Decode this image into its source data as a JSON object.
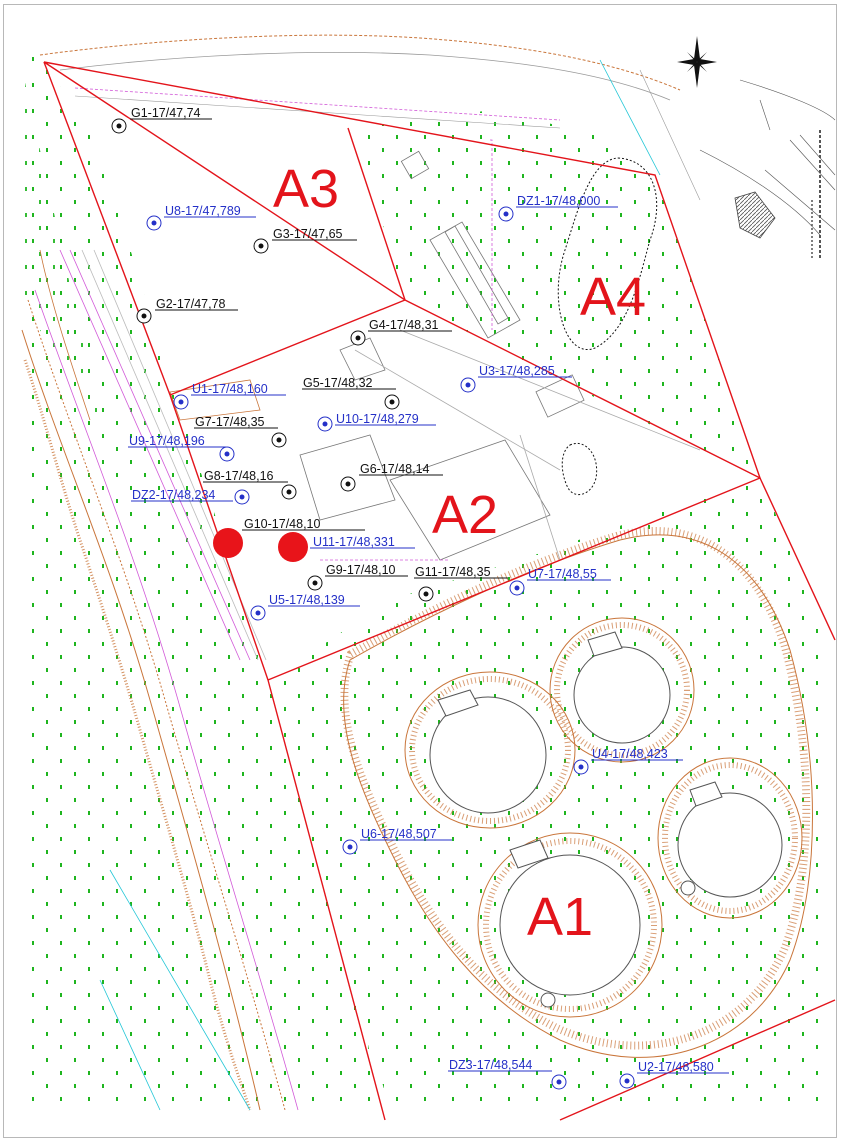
{
  "zones": [
    {
      "name": "zone-a3",
      "label": "A3"
    },
    {
      "name": "zone-a4",
      "label": "A4"
    },
    {
      "name": "zone-a2",
      "label": "A2"
    },
    {
      "name": "zone-a1",
      "label": "A1"
    }
  ],
  "points": [
    {
      "id": "g1",
      "label": "G1-17/47,74",
      "color": "black"
    },
    {
      "id": "u8",
      "label": "U8-17/47,789",
      "color": "blue"
    },
    {
      "id": "g3",
      "label": "G3-17/47,65",
      "color": "black"
    },
    {
      "id": "g2",
      "label": "G2-17/47,78",
      "color": "black"
    },
    {
      "id": "dz1",
      "label": "DZ1-17/48,000",
      "color": "blue"
    },
    {
      "id": "g4",
      "label": "G4-17/48,31",
      "color": "black"
    },
    {
      "id": "u1",
      "label": "U1-17/48,160",
      "color": "blue"
    },
    {
      "id": "g5",
      "label": "G5-17/48,32",
      "color": "black"
    },
    {
      "id": "u3",
      "label": "U3-17/48,285",
      "color": "blue"
    },
    {
      "id": "g7",
      "label": "G7-17/48,35",
      "color": "black"
    },
    {
      "id": "u10",
      "label": "U10-17/48,279",
      "color": "blue"
    },
    {
      "id": "u9",
      "label": "U9-17/48,196",
      "color": "blue"
    },
    {
      "id": "g8",
      "label": "G8-17/48,16",
      "color": "black"
    },
    {
      "id": "g6",
      "label": "G6-17/48,14",
      "color": "black"
    },
    {
      "id": "dz2",
      "label": "DZ2-17/48,234",
      "color": "blue"
    },
    {
      "id": "g10",
      "label": "G10-17/48,10",
      "color": "black"
    },
    {
      "id": "u11",
      "label": "U11-17/48,331",
      "color": "blue"
    },
    {
      "id": "g9",
      "label": "G9-17/48,10",
      "color": "black"
    },
    {
      "id": "g11",
      "label": "G11-17/48,35",
      "color": "black"
    },
    {
      "id": "u7",
      "label": "U7-17/48,55",
      "color": "blue"
    },
    {
      "id": "u5",
      "label": "U5-17/48,139",
      "color": "blue"
    },
    {
      "id": "u4",
      "label": "U4-17/48,423",
      "color": "blue"
    },
    {
      "id": "u6",
      "label": "U6-17/48,507",
      "color": "blue"
    },
    {
      "id": "dz3",
      "label": "DZ3-17/48,544",
      "color": "blue"
    },
    {
      "id": "u2",
      "label": "U2-17/48,580",
      "color": "blue"
    }
  ],
  "colors": {
    "zone_boundary": "#e3141b",
    "highlight_marker": "#e8141a",
    "black_label": "#111111",
    "blue_label": "#2430c8",
    "green_dots": "#1fb51f",
    "contours": "#c9753a",
    "utility_lines": "#d25ad8",
    "water_lines": "#22c6d6"
  },
  "icons": {
    "north_arrow": "compass-star-icon"
  }
}
